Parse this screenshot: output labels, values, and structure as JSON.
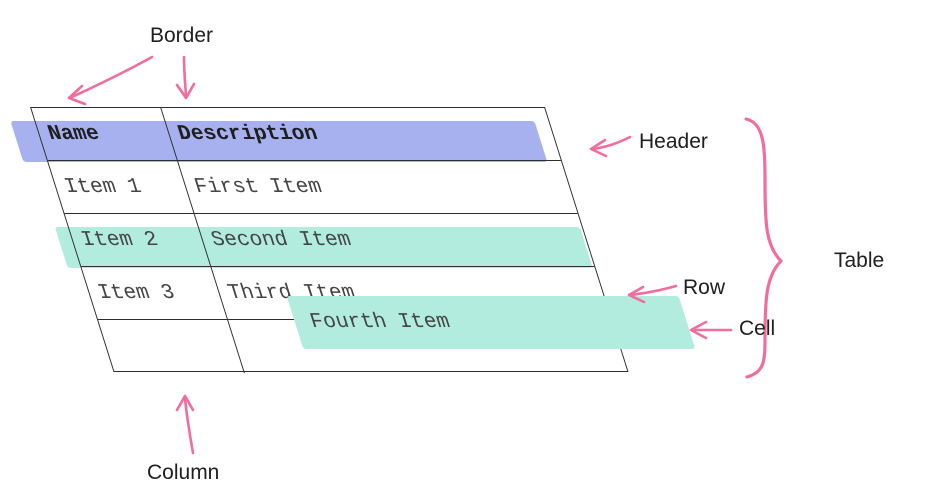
{
  "diagram": {
    "labels": {
      "border": "Border",
      "header": "Header",
      "table": "Table",
      "row": "Row",
      "cell": "Cell",
      "column": "Column"
    },
    "table": {
      "columns": [
        "Name",
        "Description"
      ],
      "rows": [
        [
          "Item 1",
          "First Item"
        ],
        [
          "Item 2",
          "Second Item"
        ],
        [
          "Item 3",
          "Third Item"
        ],
        [
          "",
          ""
        ]
      ],
      "floating_cell": "Fourth Item"
    },
    "colors": {
      "annotation_pink": "#f06d9d",
      "header_highlight": "#a7b1f0",
      "row_highlight": "#b2ecdf",
      "cell_highlight": "#b2ecdf",
      "table_line": "#2e2e2e"
    }
  }
}
